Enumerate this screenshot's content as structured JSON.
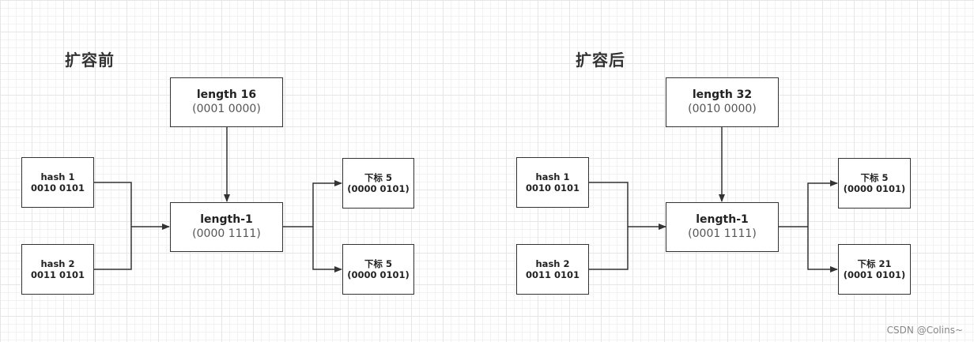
{
  "before": {
    "title": "扩容前",
    "length_box": {
      "line1": "length 16",
      "line2": "(0001 0000)"
    },
    "mask_box": {
      "line1": "length-1",
      "line2": "(0000 1111)"
    },
    "hash1": {
      "line1": "hash 1",
      "line2": "0010 0101"
    },
    "hash2": {
      "line1": "hash 2",
      "line2": "0011 0101"
    },
    "index1": {
      "line1": "下标 5",
      "line2": "(0000 0101)"
    },
    "index2": {
      "line1": "下标 5",
      "line2": "(0000 0101)"
    }
  },
  "after": {
    "title": "扩容后",
    "length_box": {
      "line1": "length 32",
      "line2": "(0010 0000)"
    },
    "mask_box": {
      "line1": "length-1",
      "line2": "(0001 1111)"
    },
    "hash1": {
      "line1": "hash 1",
      "line2": "0010 0101"
    },
    "hash2": {
      "line1": "hash 2",
      "line2": "0011 0101"
    },
    "index1": {
      "line1": "下标 5",
      "line2": "(0000 0101)"
    },
    "index2": {
      "line1": "下标 21",
      "line2": "(0001 0101)"
    }
  },
  "watermark": "CSDN @Colins~"
}
